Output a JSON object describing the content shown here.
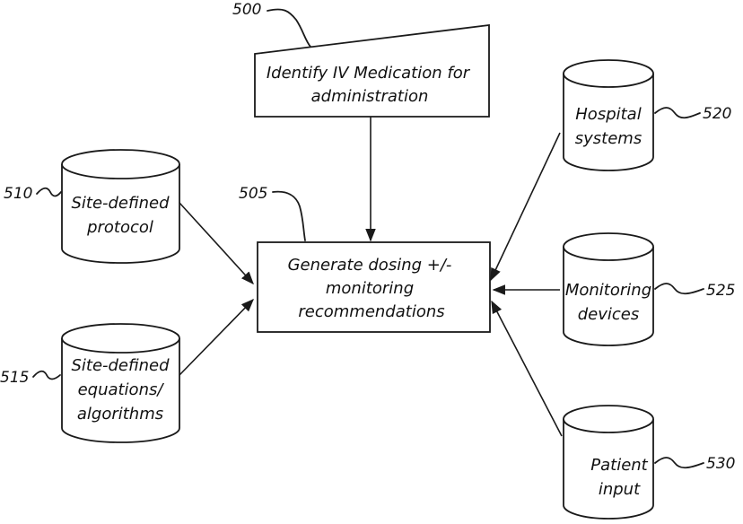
{
  "nodes": {
    "identify": {
      "lines": [
        "Identify IV Medication for",
        "administration"
      ],
      "ref": "500"
    },
    "generate": {
      "lines": [
        "Generate dosing +/-",
        "monitoring",
        "recommendations"
      ],
      "ref": "505"
    },
    "protocol": {
      "lines": [
        "Site-defined",
        "protocol"
      ],
      "ref": "510"
    },
    "equations": {
      "lines": [
        "Site-defined",
        "equations/",
        "algorithms"
      ],
      "ref": "515"
    },
    "hospital": {
      "lines": [
        "Hospital",
        "systems"
      ],
      "ref": "520"
    },
    "monitoring": {
      "lines": [
        "Monitoring",
        "devices"
      ],
      "ref": "525"
    },
    "patient": {
      "lines": [
        "Patient",
        "input"
      ],
      "ref": "530"
    }
  }
}
